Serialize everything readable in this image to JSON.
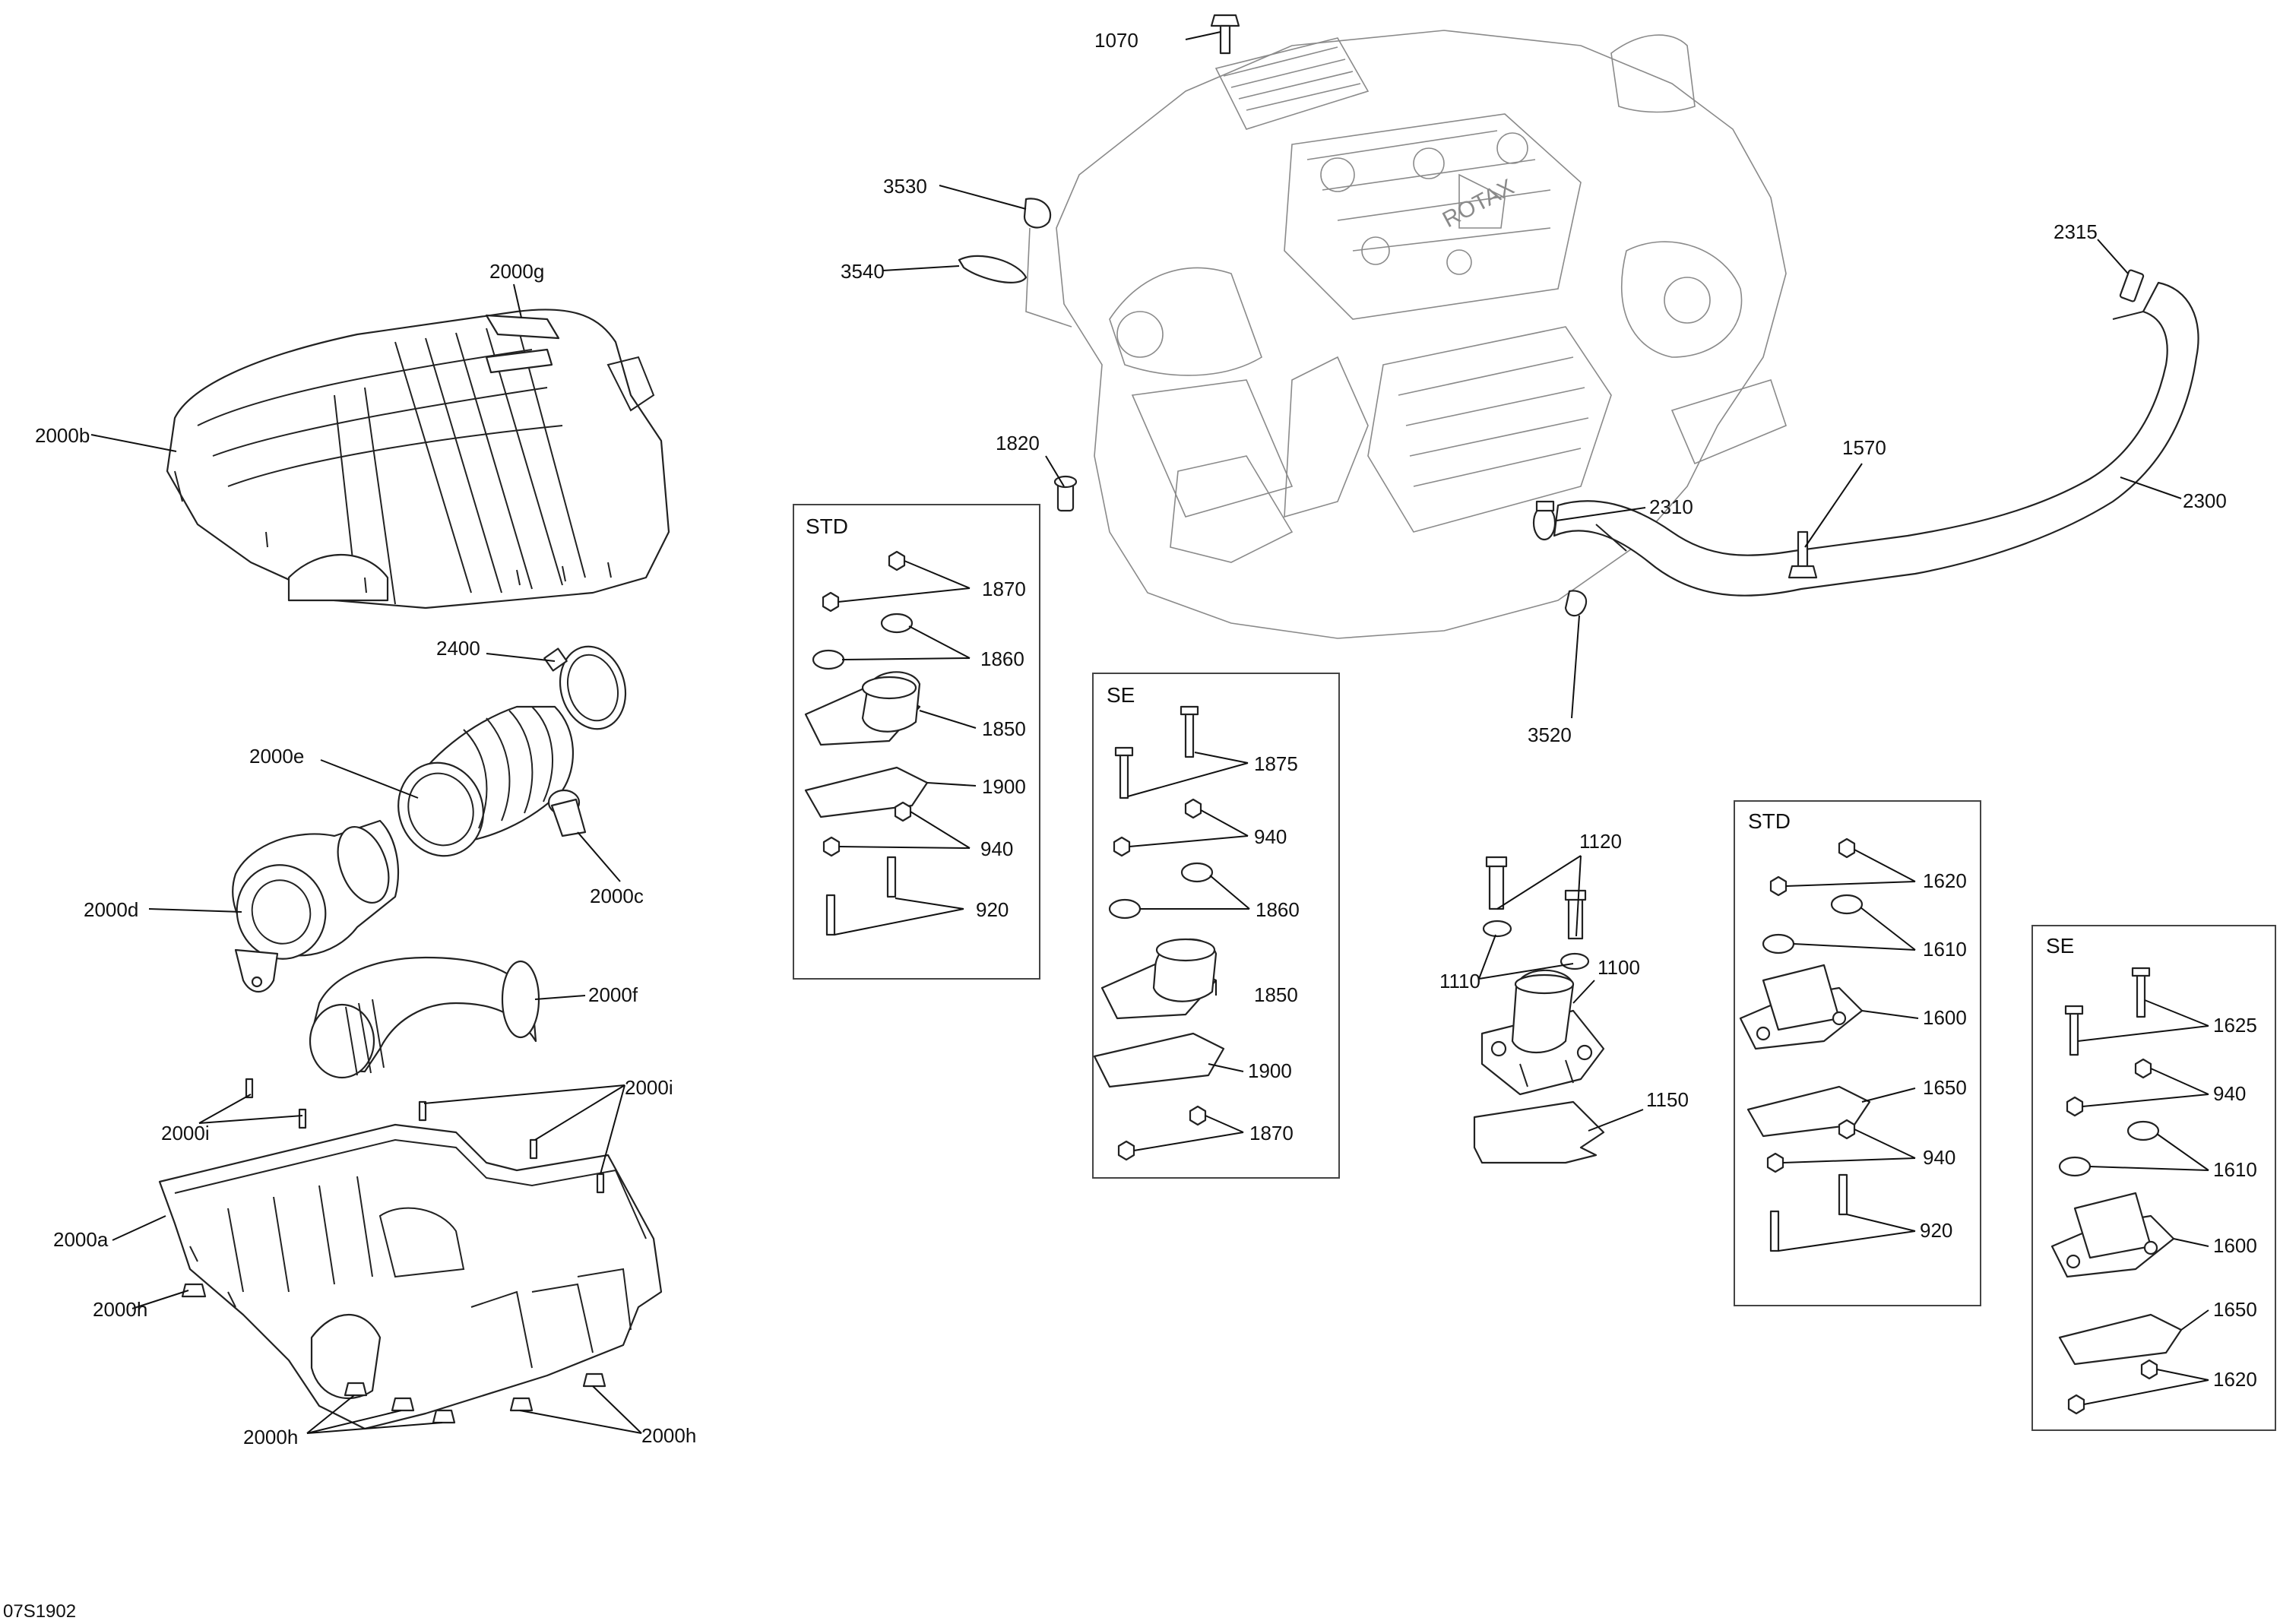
{
  "labels": {
    "l1070": "1070",
    "l3530": "3530",
    "l3540": "3540",
    "l2315": "2315",
    "l2300": "2300",
    "l1570": "1570",
    "l2310": "2310",
    "l3520": "3520",
    "l1820": "1820",
    "l2000g": "2000g",
    "l2000b": "2000b",
    "l2400": "2400",
    "l2000e": "2000e",
    "l2000c": "2000c",
    "l2000d": "2000d",
    "l2000f": "2000f",
    "l2000i_a": "2000i",
    "l2000i_b": "2000i",
    "l2000a": "2000a",
    "l2000h_a": "2000h",
    "l2000h_b": "2000h",
    "l2000h_c": "2000h",
    "l1120": "1120",
    "l1110": "1110",
    "l1100": "1100",
    "l1150": "1150"
  },
  "boxes": {
    "std1": {
      "title": "STD",
      "labels": [
        "1870",
        "1860",
        "1850",
        "1900",
        "940",
        "920"
      ]
    },
    "se1": {
      "title": "SE",
      "labels": [
        "1875",
        "940",
        "1860",
        "1850",
        "1900",
        "1870"
      ]
    },
    "std2": {
      "title": "STD",
      "labels": [
        "1620",
        "1610",
        "1600",
        "1650",
        "940",
        "920"
      ]
    },
    "se2": {
      "title": "SE",
      "labels": [
        "1625",
        "940",
        "1610",
        "1600",
        "1650",
        "1620"
      ]
    }
  },
  "engine_brand": "ROTAX",
  "figure_code": "07S1902"
}
